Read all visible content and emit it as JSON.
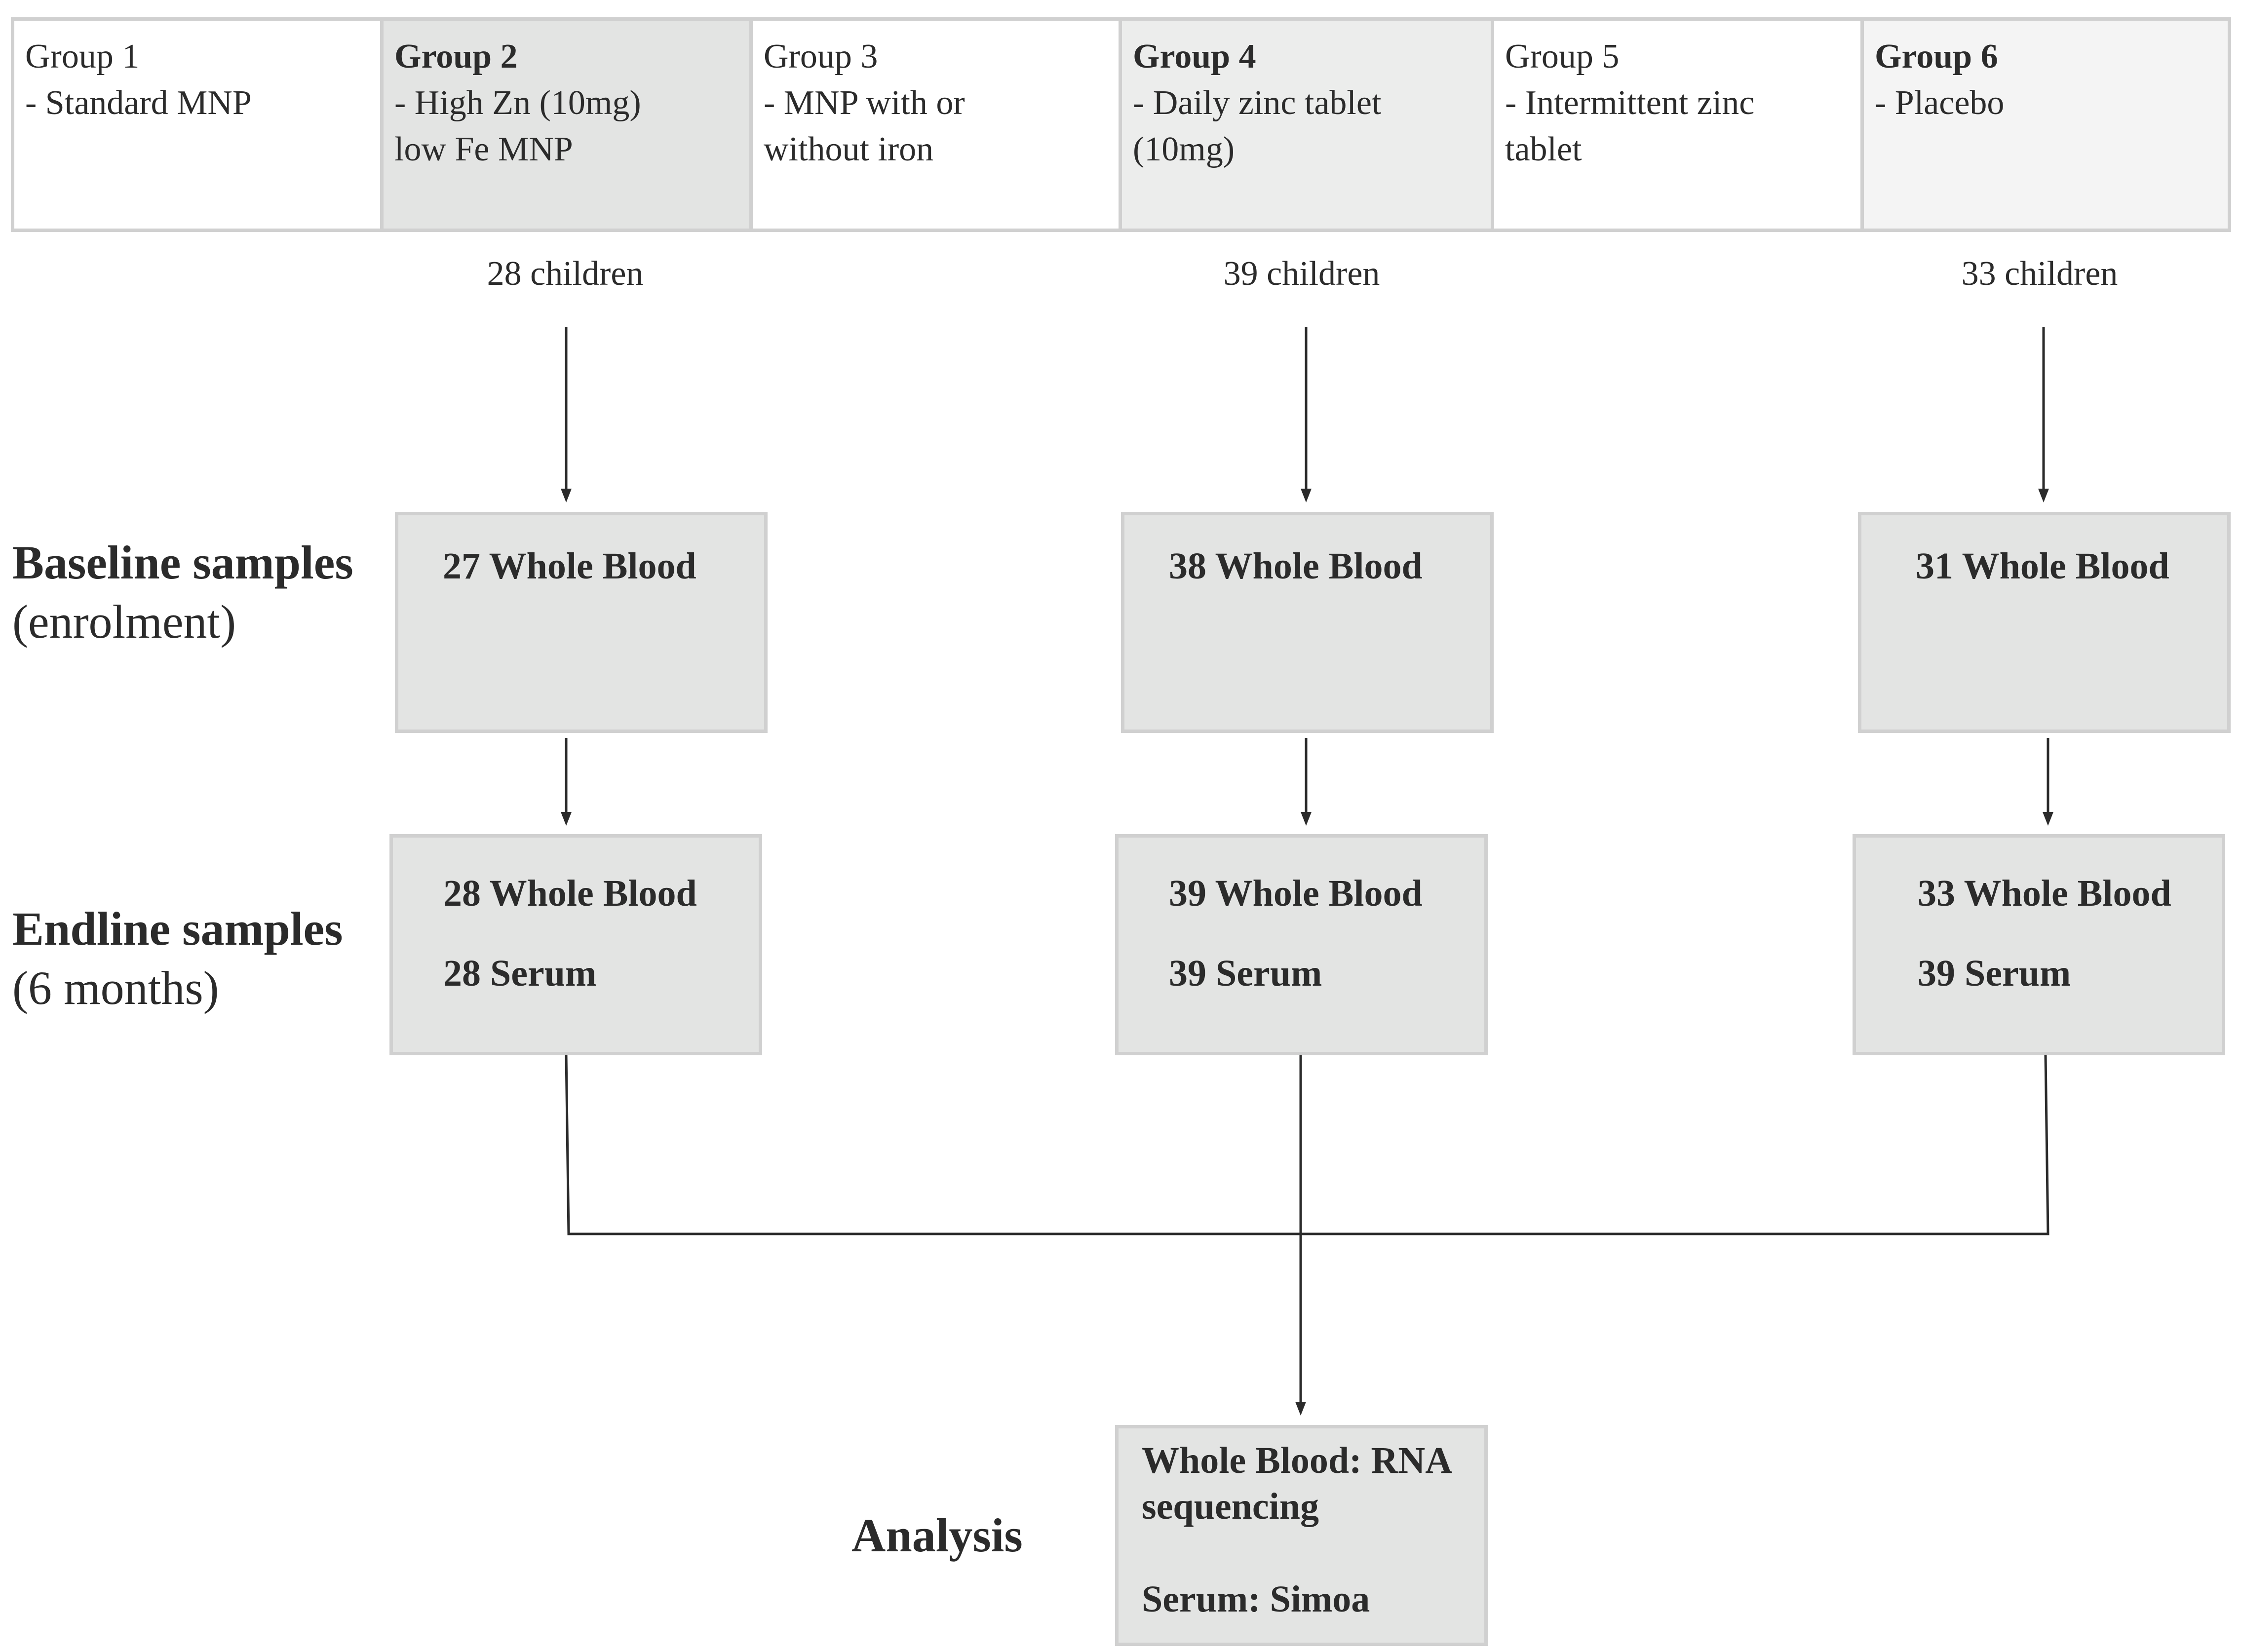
{
  "groups": [
    {
      "title": "Group 1",
      "desc": "- Standard MNP",
      "bold": false
    },
    {
      "title": "Group 2",
      "desc": "- High Zn (10mg)\nlow Fe MNP",
      "bold": true
    },
    {
      "title": "Group 3",
      "desc": "- MNP with or\n without iron",
      "bold": false
    },
    {
      "title": "Group 4",
      "desc": "- Daily zinc tablet\n (10mg)",
      "bold": true
    },
    {
      "title": "Group 5",
      "desc": "- Intermittent zinc\ntablet",
      "bold": false
    },
    {
      "title": "Group 6",
      "desc": "- Placebo",
      "bold": true
    }
  ],
  "colors": {
    "group_fill": [
      "#ffffff",
      "#e3e4e3",
      "#ffffff",
      "#ecedec",
      "#ffffff",
      "#f4f4f4"
    ],
    "box_fill": "#e3e4e3",
    "border": "#d0d0d0",
    "line": "#2b2b2b"
  },
  "counts": [
    "28 children",
    "39 children",
    "33 children"
  ],
  "stages": {
    "baseline": {
      "title": "Baseline samples",
      "subtitle": "(enrolment)"
    },
    "endline": {
      "title": "Endline samples",
      "subtitle": "(6 months)"
    },
    "analysis": {
      "title": "Analysis"
    }
  },
  "baseline_boxes": [
    "27 Whole Blood",
    "38 Whole Blood",
    "31 Whole Blood"
  ],
  "endline_boxes": [
    {
      "blood": "28 Whole Blood",
      "serum": "28 Serum"
    },
    {
      "blood": "39 Whole Blood",
      "serum": "39 Serum"
    },
    {
      "blood": "33 Whole Blood",
      "serum": "39 Serum"
    }
  ],
  "analysis_box": {
    "line1": "Whole Blood: RNA",
    "line2": "sequencing",
    "line3": "Serum: Simoa"
  }
}
